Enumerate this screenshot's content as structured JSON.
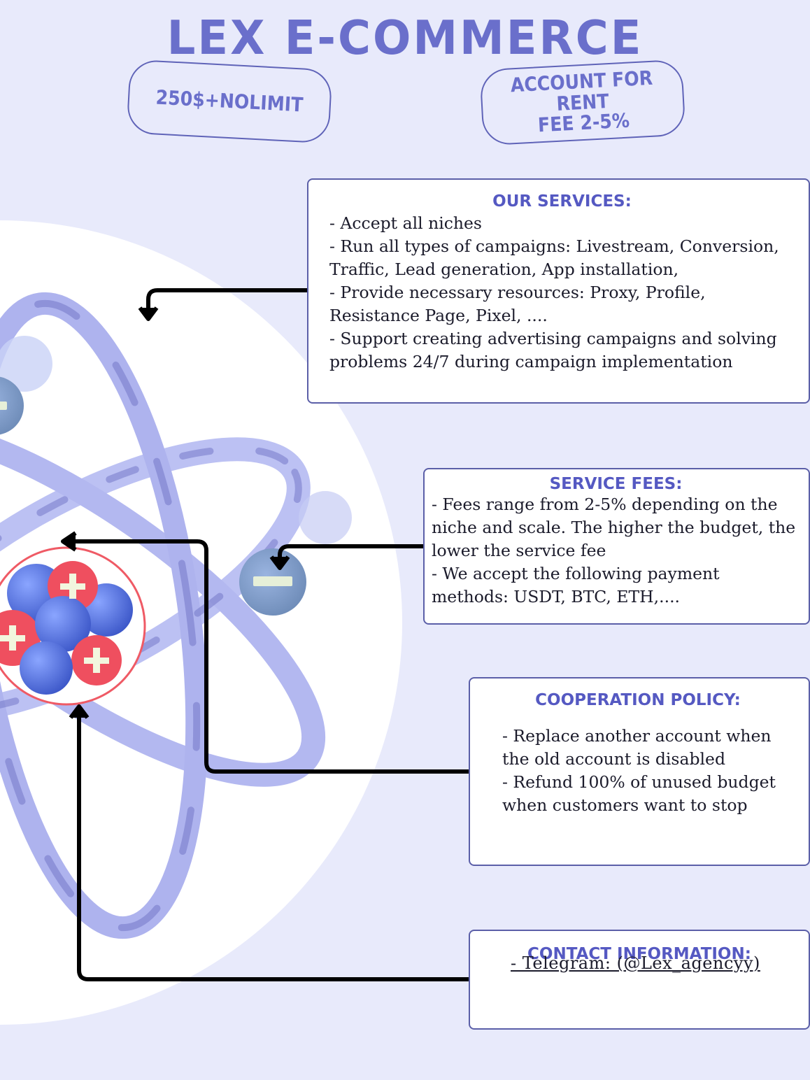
{
  "header": {
    "title": "LEX E-COMMERCE",
    "badge_left": "250$+NOLIMIT",
    "badge_right_line1": "ACCOUNT FOR RENT",
    "badge_right_line2": "FEE 2-5%"
  },
  "services": {
    "heading": "OUR SERVICES:",
    "items": [
      "- Accept all niches",
      "- Run all types of campaigns: Livestream, Conversion, Traffic, Lead generation, App installation,",
      "- Provide necessary resources: Proxy, Profile, Resistance Page, Pixel, ....",
      "- Support creating advertising campaigns and solving problems 24/7 during campaign implementation"
    ]
  },
  "fees": {
    "heading": "SERVICE FEES:",
    "items": [
      "- Fees range from 2-5% depending on the niche and scale. The higher the budget, the lower the service fee",
      "- We accept the following payment methods: USDT, BTC, ETH,...."
    ]
  },
  "policy": {
    "heading": "COOPERATION POLICY:",
    "items": [
      "- Replace another account when the old account is disabled",
      "- Refund 100% of unused budget when customers want to stop"
    ]
  },
  "contact": {
    "heading": "CONTACT INFORMATION:",
    "telegram": "- Telegram: (@Lex_agencyy)"
  },
  "colors": {
    "background": "#e8eafb",
    "accent": "#6a6fcb",
    "proton": "#ef4f5f",
    "neutron": "#5b7be6",
    "electron": "#7f9bb5",
    "orbit": "#b8bdf2"
  },
  "icons": {
    "atom": "atom-illustration",
    "arrows": "connector-arrow"
  }
}
